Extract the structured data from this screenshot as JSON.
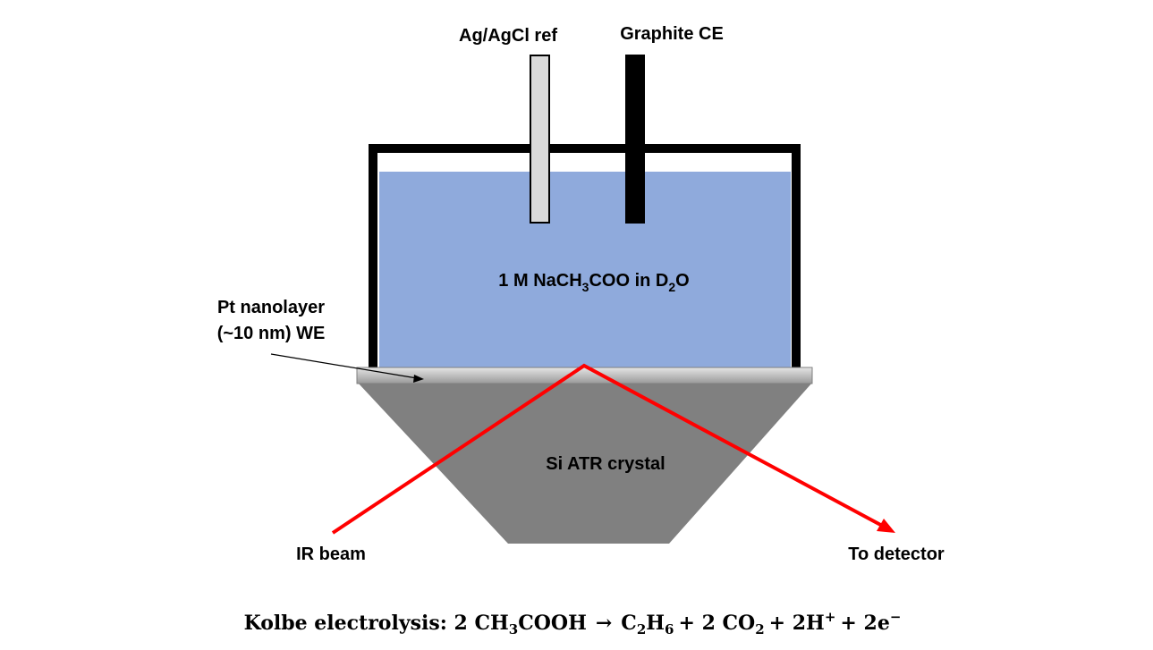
{
  "labels": {
    "ref_electrode": "Ag/AgCl ref",
    "counter_electrode": "Graphite CE",
    "electrolyte": {
      "prefix": "1 M NaCH",
      "sub1": "3",
      "mid": "COO in D",
      "sub2": "2",
      "suffix": "O"
    },
    "working_electrode_line1": "Pt nanolayer",
    "working_electrode_line2": "(~10 nm) WE",
    "crystal": "Si ATR crystal",
    "ir_beam": "IR beam",
    "detector": "To detector"
  },
  "equation": {
    "label": "Kolbe electrolysis: ",
    "reactant_coef": "2 CH",
    "reactant_sub": "3",
    "reactant_rest": "COOH",
    "arrow": "→",
    "p1": "C",
    "p1_sub1": "2",
    "p1_mid": "H",
    "p1_sub2": "6",
    "plus1": "+ 2 CO",
    "p2_sub": "2",
    "plus2": "+ 2H",
    "h_sup": "+",
    "plus3": "+ 2e",
    "e_sup": "−"
  },
  "colors": {
    "electrolyte": "#8faadc",
    "crystal": "#808080",
    "beam": "#ff0000",
    "ref_electrode": "#d9d9d9",
    "counter_electrode": "#000000",
    "cell_wall": "#000000"
  }
}
